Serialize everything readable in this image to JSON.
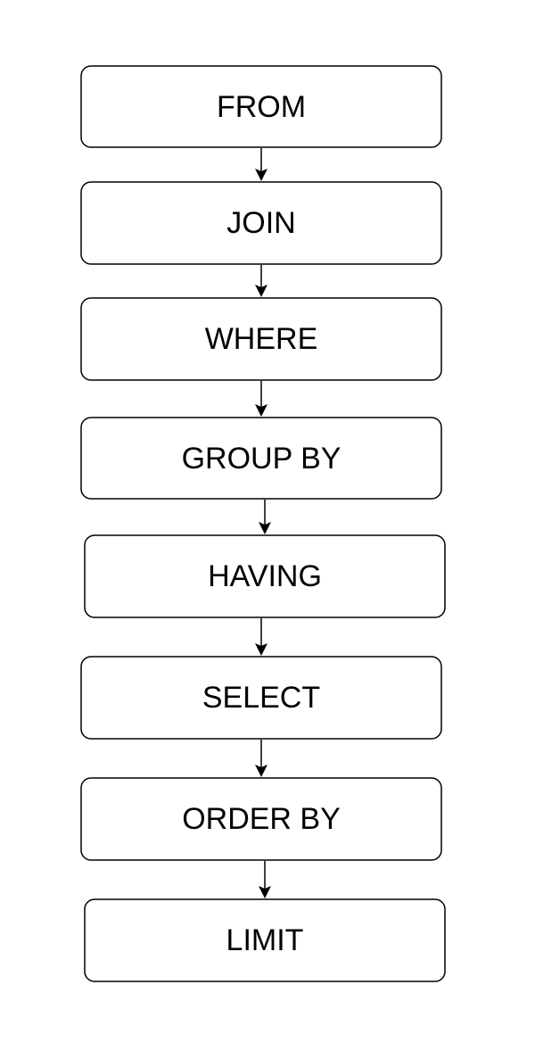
{
  "colors": {
    "background": "#ffffff",
    "stroke": "#000000",
    "text": "#000000"
  },
  "steps": [
    {
      "label": "FROM"
    },
    {
      "label": "JOIN"
    },
    {
      "label": "WHERE"
    },
    {
      "label": "GROUP BY"
    },
    {
      "label": "HAVING"
    },
    {
      "label": "SELECT"
    },
    {
      "label": "ORDER BY"
    },
    {
      "label": "LIMIT"
    }
  ]
}
